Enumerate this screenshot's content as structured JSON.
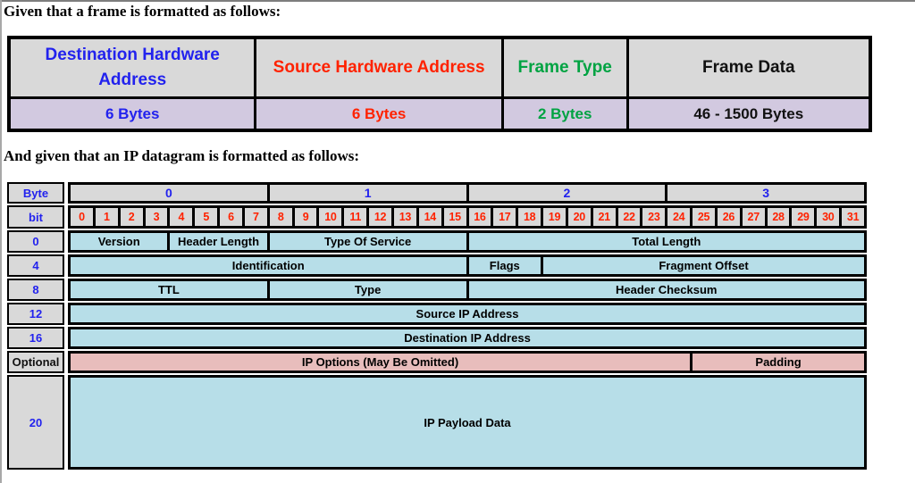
{
  "headings": {
    "frame_intro": "Given that a frame is formatted as follows:",
    "ip_intro": "And given that an IP datagram is formatted as follows:"
  },
  "colors": {
    "cell_gray": "#D9D9D9",
    "lavender": "#D2C9E0",
    "light_blue": "#B7DEE8",
    "pink": "#E8BDBC",
    "blue_text": "#2222EE",
    "red_text": "#FF2200",
    "green_text": "#00A342",
    "black_text": "#111111"
  },
  "frame_table": {
    "header_row": [
      {
        "label": "Destination Hardware Address",
        "color": "#2222EE"
      },
      {
        "label": "Source Hardware Address",
        "color": "#FF2200"
      },
      {
        "label": "Frame Type",
        "color": "#00A342"
      },
      {
        "label": "Frame Data",
        "color": "#111111"
      }
    ],
    "size_row": [
      {
        "label": "6 Bytes",
        "color": "#2222EE"
      },
      {
        "label": "6 Bytes",
        "color": "#FF2200"
      },
      {
        "label": "2 Bytes",
        "color": "#00A342"
      },
      {
        "label": "46 - 1500 Bytes",
        "color": "#111111"
      }
    ]
  },
  "ip_table": {
    "corner_labels": {
      "byte": "Byte",
      "bit": "bit"
    },
    "byte_groups": [
      "0",
      "1",
      "2",
      "3"
    ],
    "bit_numbers": [
      "0",
      "1",
      "2",
      "3",
      "4",
      "5",
      "6",
      "7",
      "8",
      "9",
      "10",
      "11",
      "12",
      "13",
      "14",
      "15",
      "16",
      "17",
      "18",
      "19",
      "20",
      "21",
      "22",
      "23",
      "24",
      "25",
      "26",
      "27",
      "28",
      "29",
      "30",
      "31"
    ],
    "rows": [
      {
        "label": "0",
        "label_color": "#2222EE",
        "fill": "light_blue",
        "cells": [
          {
            "name": "Version",
            "bits": 4
          },
          {
            "name": "Header Length",
            "bits": 4
          },
          {
            "name": "Type Of Service",
            "bits": 8
          },
          {
            "name": "Total Length",
            "bits": 16
          }
        ]
      },
      {
        "label": "4",
        "label_color": "#2222EE",
        "fill": "light_blue",
        "cells": [
          {
            "name": "Identification",
            "bits": 16
          },
          {
            "name": "Flags",
            "bits": 3
          },
          {
            "name": "Fragment Offset",
            "bits": 13
          }
        ]
      },
      {
        "label": "8",
        "label_color": "#2222EE",
        "fill": "light_blue",
        "cells": [
          {
            "name": "TTL",
            "bits": 8
          },
          {
            "name": "Type",
            "bits": 8
          },
          {
            "name": "Header Checksum",
            "bits": 16
          }
        ]
      },
      {
        "label": "12",
        "label_color": "#2222EE",
        "fill": "light_blue",
        "cells": [
          {
            "name": "Source IP Address",
            "bits": 32
          }
        ]
      },
      {
        "label": "16",
        "label_color": "#2222EE",
        "fill": "light_blue",
        "cells": [
          {
            "name": "Destination IP Address",
            "bits": 32
          }
        ]
      },
      {
        "label": "Optional",
        "label_color": "#111111",
        "fill": "pink",
        "cells": [
          {
            "name": "IP Options (May Be Omitted)",
            "bits": 25
          },
          {
            "name": "Padding",
            "bits": 7
          }
        ]
      },
      {
        "label": "20",
        "label_color": "#2222EE",
        "fill": "light_blue",
        "tall": true,
        "cells": [
          {
            "name": "IP Payload Data",
            "bits": 32
          }
        ]
      }
    ]
  }
}
